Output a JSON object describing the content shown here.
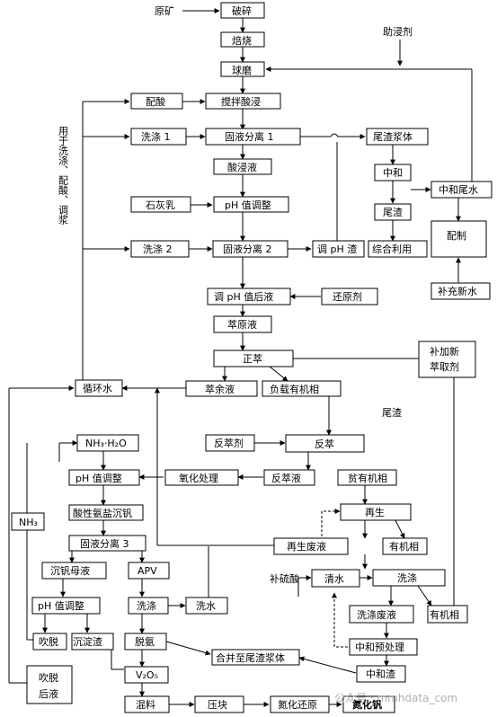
{
  "nodes": {
    "ore": "原矿",
    "crush": "破碎",
    "roast": "焙烧",
    "leach_agent": "助浸剂",
    "ball_mill": "球磨",
    "acid_mix": "配酸",
    "stir_leach": "搅拌酸浸",
    "wash1": "洗涤 1",
    "sep1": "固液分离 1",
    "tail_slurry": "尾渣浆体",
    "acid_leachate": "酸浸液",
    "neutralize": "中和",
    "neut_tail_water": "中和尾水",
    "lime_milk": "石灰乳",
    "ph_adjust1": "pH 值调整",
    "tail_residue1": "尾渣",
    "prepare": "配制",
    "wash2": "洗涤 2",
    "sep2": "固液分离 2",
    "ph_residue": "调 pH 渣",
    "comprehensive_use": "综合利用",
    "adjusted_liquid": "调 pH 值后液",
    "reductant": "还原剂",
    "fresh_water": "补充新水",
    "raw_extract": "萃原液",
    "forward_extract": "正萃",
    "add_extractant": "补加新\n萃取剂",
    "circ_water": "循环水",
    "raffinate": "萃余液",
    "loaded_organic": "负载有机相",
    "tail_residue2": "尾渣",
    "nh3h2o": "NH₃·H₂O",
    "strip_agent": "反萃剂",
    "strip": "反萃",
    "ph_adjust2": "pH 值调整",
    "oxidation": "氧化处理",
    "strip_liquid": "反萃液",
    "lean_organic": "贫有机相",
    "ammonium_precip": "酸性氨盐沉钒",
    "nh3": "NH₃",
    "regenerate": "再生",
    "sep3": "固液分离 3",
    "regen_waste": "再生废液",
    "organic_phase1": "有机相",
    "mother_liquor": "沉钒母液",
    "apv": "APV",
    "add_sulfuric": "补硫酸",
    "clean_water": "清水",
    "washing": "洗涤",
    "ph_adjust3": "pH 值调整",
    "wash_apv": "洗涤",
    "wash_water": "洗水",
    "wash_waste": "洗涤废液",
    "organic_phase2": "有机相",
    "stripping": "吹脱",
    "precip_residue": "沉淀渣",
    "deammoniation": "脱氨",
    "neut_pretreat": "中和预处理",
    "merge_to_slurry": "合并至尾渣浆体",
    "stripped_liquid": "吹脱\n后液",
    "v2o5": "V₂O₅",
    "neut_residue": "中和渣",
    "mixing": "混料",
    "briquette": "压块",
    "nitriding": "氮化还原",
    "vanadium_nitride": "氮化钒"
  },
  "side_label": "用于洗涤、配酸、调浆",
  "watermark": "公众号 · mmhdata_com"
}
